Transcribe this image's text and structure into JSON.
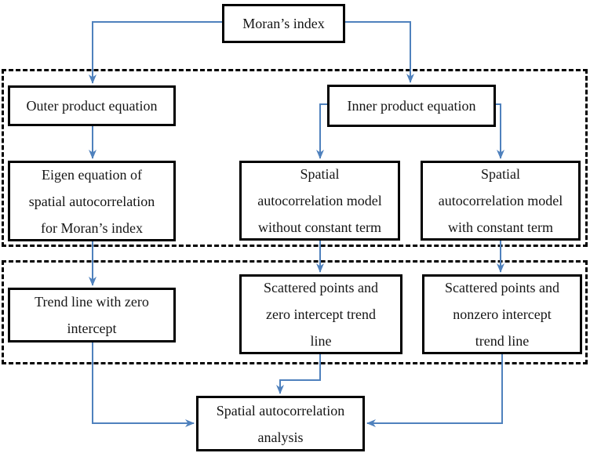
{
  "diagram": {
    "colors": {
      "arrow": "#4f81bd",
      "border": "#000000",
      "background": "#ffffff"
    },
    "nodes": {
      "morans_index": {
        "lines": [
          "Moran’s index"
        ]
      },
      "outer_product": {
        "lines": [
          "Outer product equation"
        ]
      },
      "inner_product": {
        "lines": [
          "Inner product equation"
        ]
      },
      "eigen_equation": {
        "lines": [
          "Eigen equation of",
          "spatial autocorrelation",
          "for Moran’s index"
        ]
      },
      "model_without_const": {
        "lines": [
          "Spatial",
          "autocorrelation model",
          "without constant term"
        ]
      },
      "model_with_const": {
        "lines": [
          "Spatial",
          "autocorrelation model",
          "with constant term"
        ]
      },
      "trend_line_zero": {
        "lines": [
          "Trend line with zero",
          "intercept"
        ]
      },
      "scattered_zero": {
        "lines": [
          "Scattered points and",
          "zero intercept trend",
          "line"
        ]
      },
      "scattered_nonzero": {
        "lines": [
          "Scattered points and",
          "nonzero intercept",
          "trend line"
        ]
      },
      "analysis": {
        "lines": [
          "Spatial autocorrelation",
          "analysis"
        ]
      }
    }
  }
}
